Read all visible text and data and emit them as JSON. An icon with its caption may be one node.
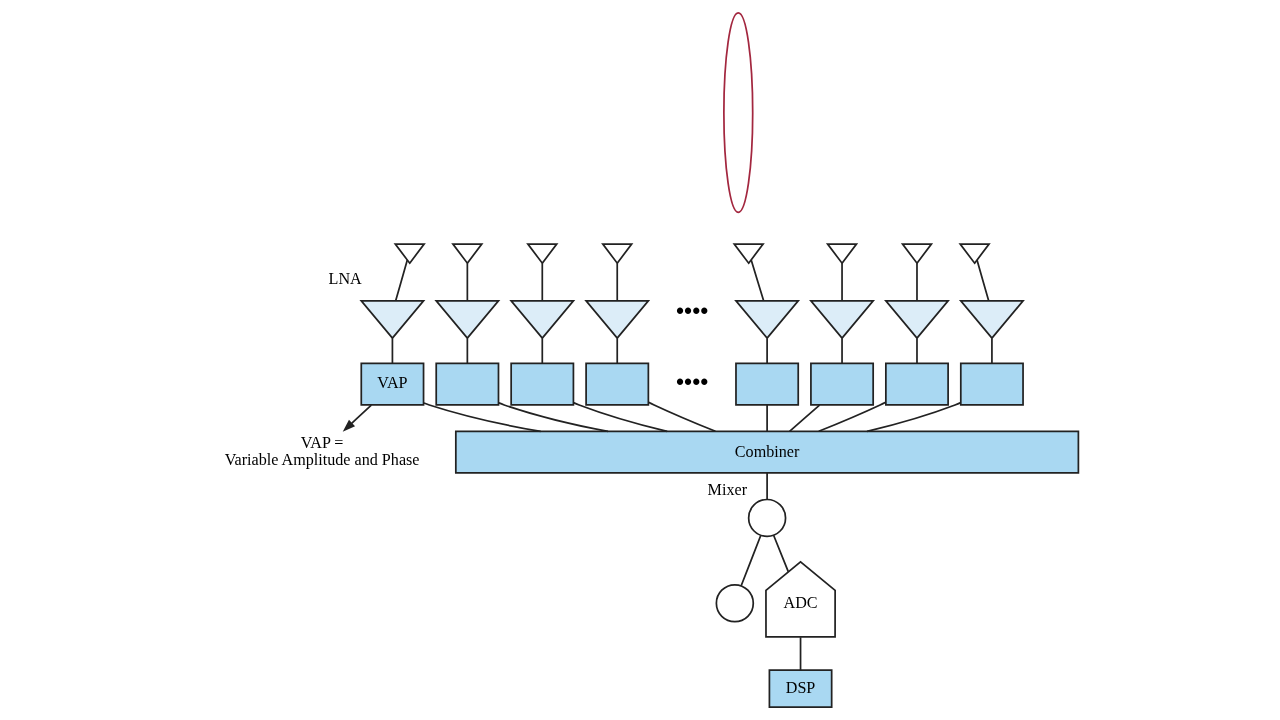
{
  "diagram": {
    "nodes": [
      {
        "text": [],
        "shape": "antenna"
      },
      {
        "text": [],
        "shape": "antenna"
      },
      {
        "text": [],
        "shape": "antenna"
      },
      {
        "text": [],
        "shape": "antenna"
      },
      {
        "text": [],
        "shape": "antenna"
      },
      {
        "text": [],
        "shape": "antenna"
      },
      {
        "text": [],
        "shape": "antenna"
      },
      {
        "text": [],
        "shape": "antenna"
      },
      {
        "text": [],
        "shape": "triangle",
        "beside": [
          "LNA"
        ]
      },
      {
        "text": [],
        "shape": "triangle"
      },
      {
        "text": [],
        "shape": "triangle"
      },
      {
        "text": [],
        "shape": "triangle"
      },
      {
        "text": [],
        "shape": "triangle"
      },
      {
        "text": [],
        "shape": "triangle"
      },
      {
        "text": [],
        "shape": "triangle"
      },
      {
        "text": [],
        "shape": "triangle"
      },
      {
        "text": [
          "VAP"
        ]
      },
      {
        "text": [],
        "shape": "box"
      },
      {
        "text": [],
        "shape": "box"
      },
      {
        "text": [],
        "shape": "box"
      },
      {
        "text": [],
        "shape": "box"
      },
      {
        "text": [],
        "shape": "box"
      },
      {
        "text": [],
        "shape": "box"
      },
      {
        "text": [],
        "shape": "box"
      },
      {
        "text": [
          "Combiner"
        ]
      },
      {
        "text": [],
        "shape": "circle",
        "beside": [
          "Mixer"
        ]
      },
      {
        "text": [],
        "shape": "circle"
      },
      {
        "text": [
          "ADC"
        ]
      },
      {
        "text": [
          "DSP"
        ]
      },
      {
        "text": [
          "VAP = Variable Amplitude and Phase"
        ]
      },
      {
        "text": [],
        "shape": "beam"
      }
    ],
    "edges": [
      {
        "from": 0,
        "to": 8,
        "arrow": "none"
      },
      {
        "from": 1,
        "to": 9,
        "arrow": "none"
      },
      {
        "from": 2,
        "to": 10,
        "arrow": "none"
      },
      {
        "from": 3,
        "to": 11,
        "arrow": "none"
      },
      {
        "from": 4,
        "to": 12,
        "arrow": "none"
      },
      {
        "from": 5,
        "to": 13,
        "arrow": "none"
      },
      {
        "from": 6,
        "to": 14,
        "arrow": "none"
      },
      {
        "from": 7,
        "to": 15,
        "arrow": "none"
      },
      {
        "from": 8,
        "to": 16,
        "arrow": "none"
      },
      {
        "from": 9,
        "to": 17,
        "arrow": "none"
      },
      {
        "from": 10,
        "to": 18,
        "arrow": "none"
      },
      {
        "from": 11,
        "to": 19,
        "arrow": "none"
      },
      {
        "from": 12,
        "to": 20,
        "arrow": "none"
      },
      {
        "from": 13,
        "to": 21,
        "arrow": "none"
      },
      {
        "from": 14,
        "to": 22,
        "arrow": "none"
      },
      {
        "from": 15,
        "to": 23,
        "arrow": "none"
      },
      {
        "from": 16,
        "to": 24,
        "arrow": "none"
      },
      {
        "from": 17,
        "to": 24,
        "arrow": "none"
      },
      {
        "from": 18,
        "to": 24,
        "arrow": "none"
      },
      {
        "from": 19,
        "to": 24,
        "arrow": "none"
      },
      {
        "from": 20,
        "to": 24,
        "arrow": "none"
      },
      {
        "from": 21,
        "to": 24,
        "arrow": "none"
      },
      {
        "from": 22,
        "to": 24,
        "arrow": "none"
      },
      {
        "from": 23,
        "to": 24,
        "arrow": "none"
      },
      {
        "from": 24,
        "to": 25,
        "arrow": "none"
      },
      {
        "from": 25,
        "to": 26,
        "arrow": "none"
      },
      {
        "from": 25,
        "to": 27,
        "arrow": "none"
      },
      {
        "from": 27,
        "to": 28,
        "arrow": "none"
      },
      {
        "from": 16,
        "to": 29,
        "arrow": "to"
      }
    ],
    "labels": [
      "••••",
      "••••"
    ]
  }
}
